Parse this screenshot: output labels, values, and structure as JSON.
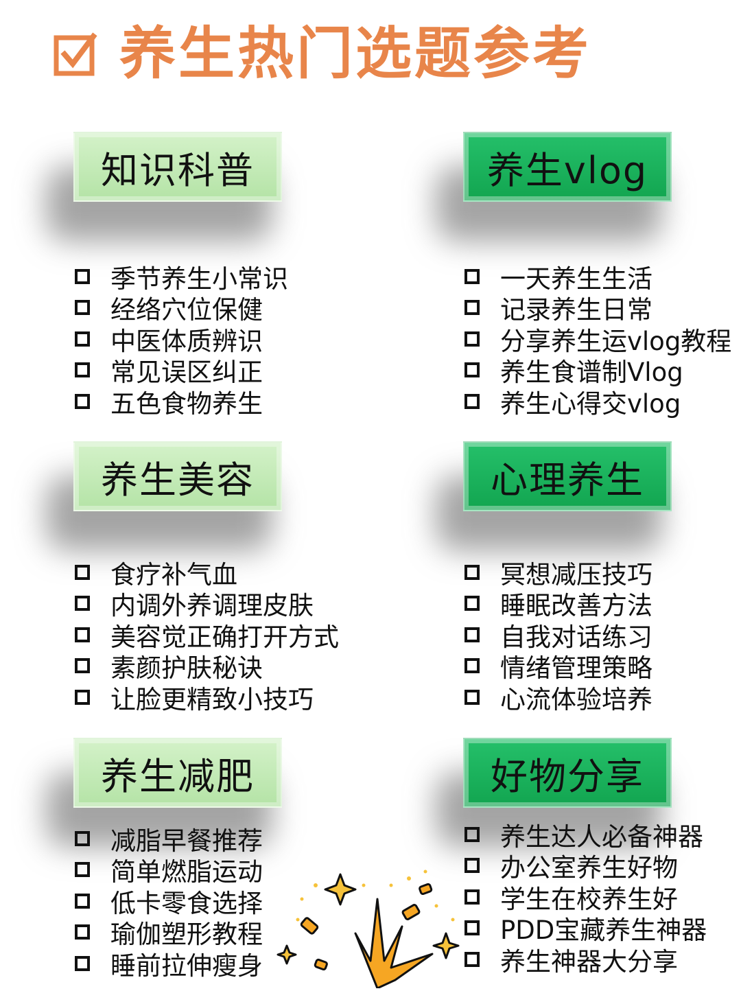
{
  "title": {
    "icon": "checkbox-check-icon",
    "text": "养生热门选题参考"
  },
  "colors": {
    "title": "#e8854a",
    "header_light": "#c4ebb7",
    "header_dark": "#1bb35c",
    "star": "#f6a623"
  },
  "sections": [
    {
      "header": "知识科普",
      "items": [
        "季节养生小常识",
        "经络穴位保健",
        "中医体质辨识",
        "常见误区纠正",
        "五色食物养生"
      ]
    },
    {
      "header": "养生vlog",
      "items": [
        "一天养生生活",
        "记录养生日常",
        "分享养生运vlog教程",
        "养生食谱制Vlog",
        "养生心得交vlog"
      ]
    },
    {
      "header": "养生美容",
      "items": [
        "食疗补气血",
        "内调外养调理皮肤",
        "美容觉正确打开方式",
        "素颜护肤秘诀",
        "让脸更精致小技巧"
      ]
    },
    {
      "header": "心理养生",
      "items": [
        "冥想减压技巧",
        "睡眠改善方法",
        "自我对话练习",
        "情绪管理策略",
        "心流体验培养"
      ]
    },
    {
      "header": "养生减肥",
      "items": [
        "减脂早餐推荐",
        "简单燃脂运动",
        "低卡零食选择",
        "瑜伽塑形教程",
        "睡前拉伸瘦身"
      ]
    },
    {
      "header": "好物分享",
      "items": [
        "养生达人必备神器",
        "办公室养生好物",
        "学生在校养生好",
        "PDD宝藏养生神器",
        "养生神器大分享"
      ]
    }
  ],
  "decoration": "sparkle-burst-icon"
}
